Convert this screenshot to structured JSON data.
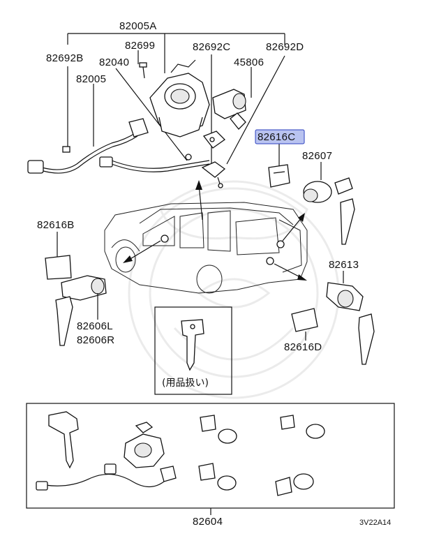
{
  "diagram": {
    "part_labels": {
      "p82005A": "82005A",
      "p82692B": "82692B",
      "p82699": "82699",
      "p82692C": "82692C",
      "p82692D": "82692D",
      "p82040": "82040",
      "p45806": "45806",
      "p82005": "82005",
      "p82616C": "82616C",
      "p82607": "82607",
      "p82616B": "82616B",
      "p82613": "82613",
      "p82606L": "82606L",
      "p82606R": "82606R",
      "p82616D": "82616D",
      "p82604": "82604"
    },
    "key_note": "(用品扱い)",
    "figure_code": "3V22A14",
    "highlight_color": "#b9c3f0",
    "watermark": "crest-watermark"
  }
}
